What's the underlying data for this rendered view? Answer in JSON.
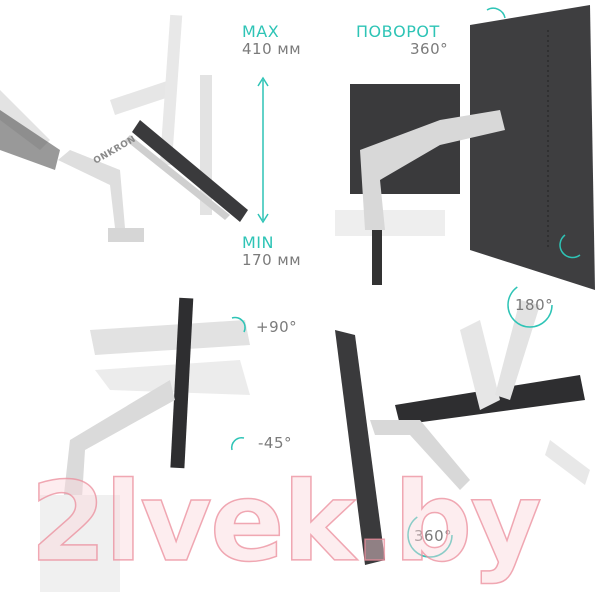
{
  "height": {
    "max_label": "MAX",
    "max_value": "410 мм",
    "min_label": "MIN",
    "min_value": "170 мм"
  },
  "rotation": {
    "label": "ПОВОРОТ",
    "value": "360°"
  },
  "tilt": {
    "up": "+90°",
    "down": "-45°"
  },
  "swivel": {
    "screen": "180°",
    "arm": "360°"
  },
  "brand": "ONKRON",
  "watermark": "2lvek.by",
  "colors": {
    "accent": "#2ec4b6",
    "monitor": "#3a3a3c",
    "arm": "#d9d9d9"
  }
}
